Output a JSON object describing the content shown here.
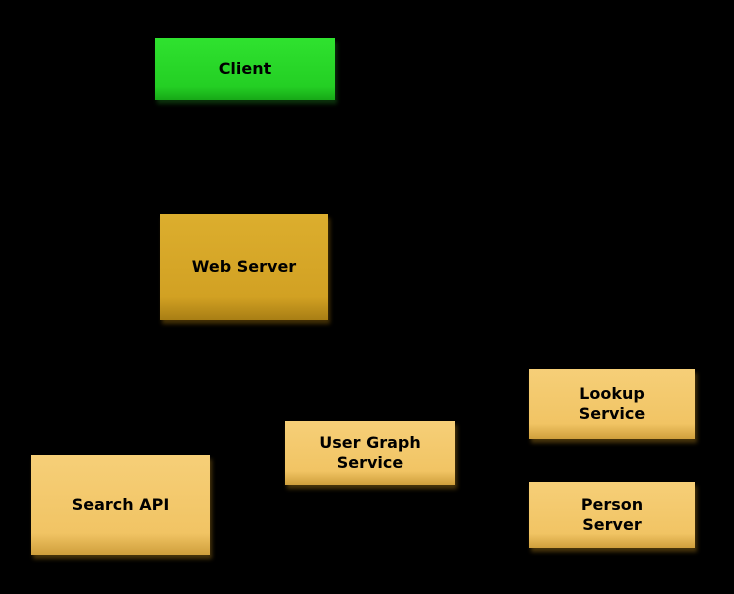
{
  "diagram": {
    "background_color": "#000000",
    "text_color": "#000000",
    "nodes": {
      "client": {
        "label": "Client",
        "color": "#24cf24",
        "shape": "rectangle"
      },
      "web_server": {
        "label": "Web Server",
        "color": "#d2a123",
        "shape": "rectangle"
      },
      "lookup_service": {
        "label": "Lookup Service",
        "line1": "Lookup",
        "line2": "Service",
        "color": "#f1c464",
        "shape": "rectangle"
      },
      "user_graph_service": {
        "label": "User Graph Service",
        "line1": "User Graph",
        "line2": "Service",
        "color": "#f1c464",
        "shape": "rectangle"
      },
      "search_api": {
        "label": "Search API",
        "color": "#f1c464",
        "shape": "rectangle"
      },
      "person_server": {
        "label": "Person Server",
        "line1": "Person",
        "line2": "Server",
        "color": "#f1c464",
        "shape": "rectangle"
      }
    }
  }
}
